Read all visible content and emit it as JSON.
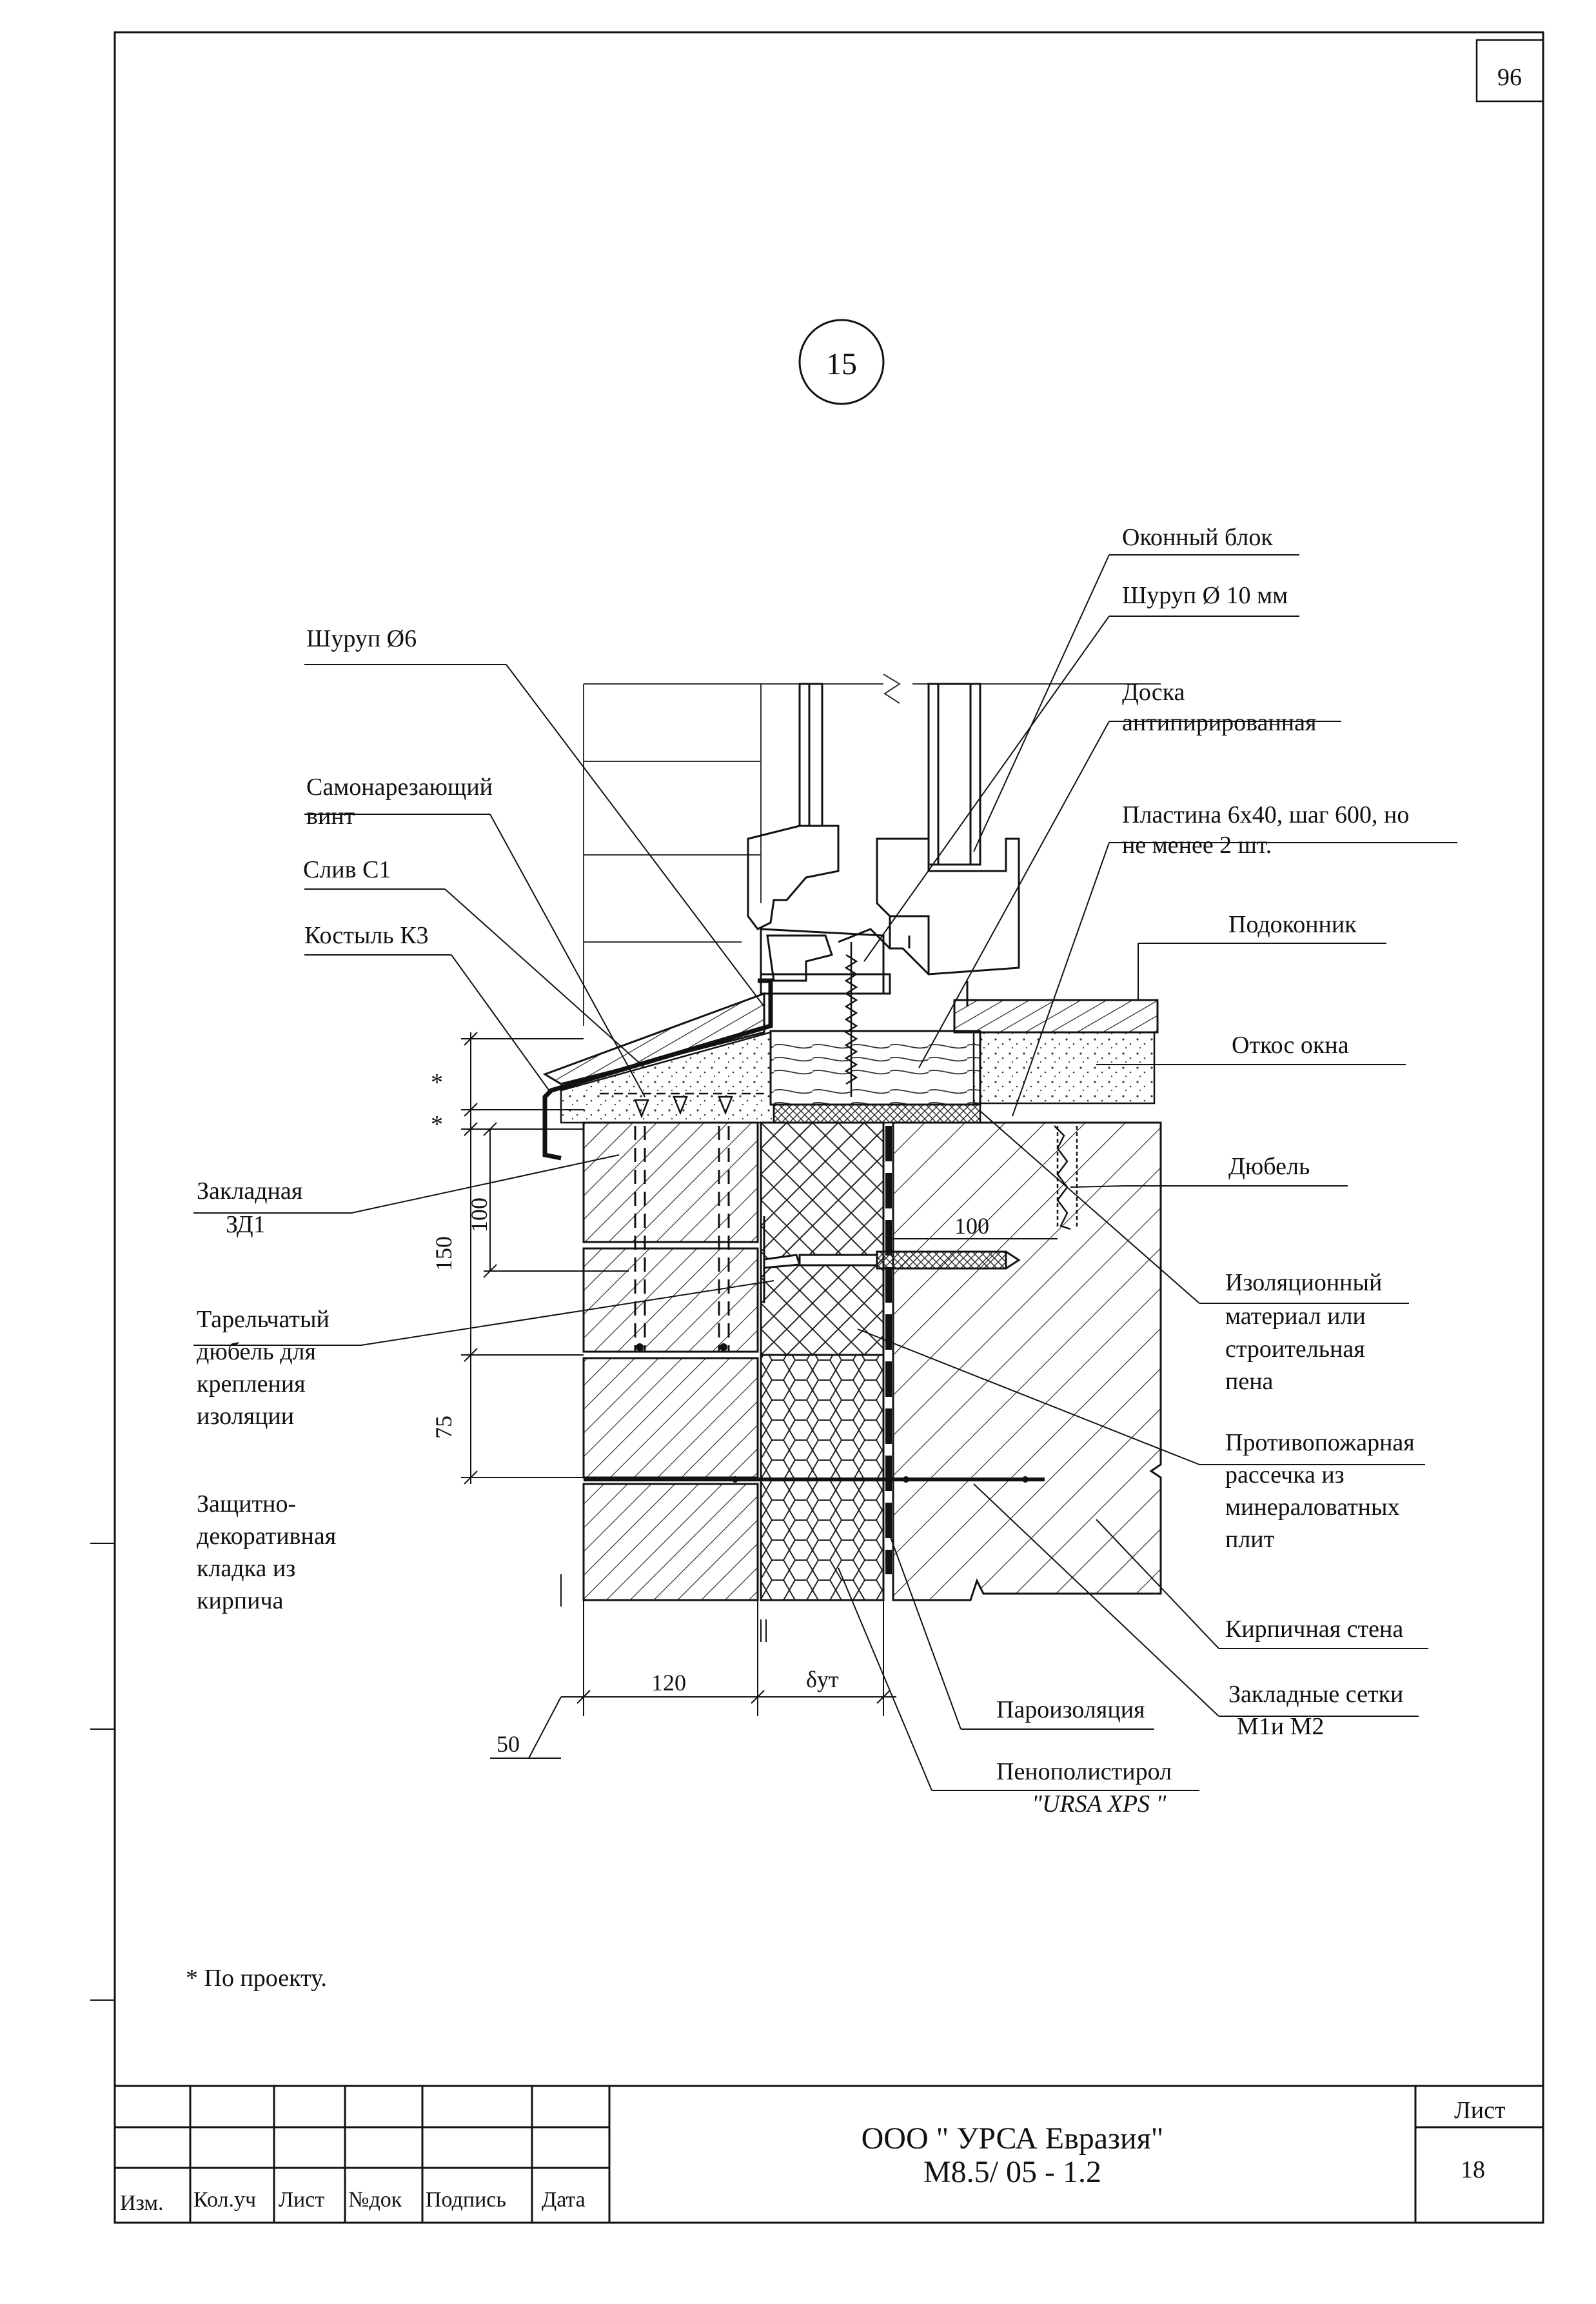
{
  "sheet_number_top": "96",
  "detail_number": "15",
  "labels": {
    "okonny_blok": "Оконный блок",
    "shurup_10": "Шуруп Ø 10 мм",
    "shurup_6": "Шуруп Ø6",
    "doska_1": "Доска",
    "doska_2": "антипирированная",
    "samonarez_1": "Самонарезающий",
    "samonarez_2": "винт",
    "plastina_1": "Пластина 6х40, шаг 600, но",
    "plastina_2": "не менее 2 шт.",
    "sliv": "Слив С1",
    "kostyl": "Костыль К3",
    "podokonnik": "Подоконник",
    "otkos": "Откос окна",
    "dubel": "Дюбель",
    "zakladnaya_1": "Закладная",
    "zakladnaya_2": "ЗД1",
    "izol_1": "Изоляционный",
    "izol_2": "материал или",
    "izol_3": "строительная",
    "izol_4": "пена",
    "tarel_1": "Тарельчатый",
    "tarel_2": "дюбель для",
    "tarel_3": "крепления",
    "tarel_4": "изоляции",
    "protiv_1": "Противопожарная",
    "protiv_2": "рассечка из",
    "protiv_3": "минераловатных",
    "protiv_4": "плит",
    "zashch_1": "Защитно-",
    "zashch_2": "декоративная",
    "zashch_3": "кладка из",
    "zashch_4": "кирпича",
    "kirp_stena": "Кирпичная стена",
    "zakl_setki_1": "Закладные сетки",
    "zakl_setki_2": "М1и М2",
    "paroizol": "Пароизоляция",
    "penopol_1": "Пенополистирол",
    "penopol_2": "\"URSA XPS \""
  },
  "dimensions": {
    "d100_horiz": "100",
    "d100_vert": "100",
    "d150": "150",
    "d75": "75",
    "d120": "120",
    "d_ut": "δут",
    "d50": "50",
    "star1": "*",
    "star2": "*"
  },
  "footnote": "* По проекту.",
  "title_block": {
    "col_izm": "Изм.",
    "col_kol": "Кол.уч",
    "col_list": "Лист",
    "col_ndok": "№док",
    "col_podpis": "Подпись",
    "col_data": "Дата",
    "company": "ООО \" УРСА Евразия\"",
    "doc_code": "М8.5/ 05 - 1.2",
    "list_label": "Лист",
    "list_number": "18"
  }
}
